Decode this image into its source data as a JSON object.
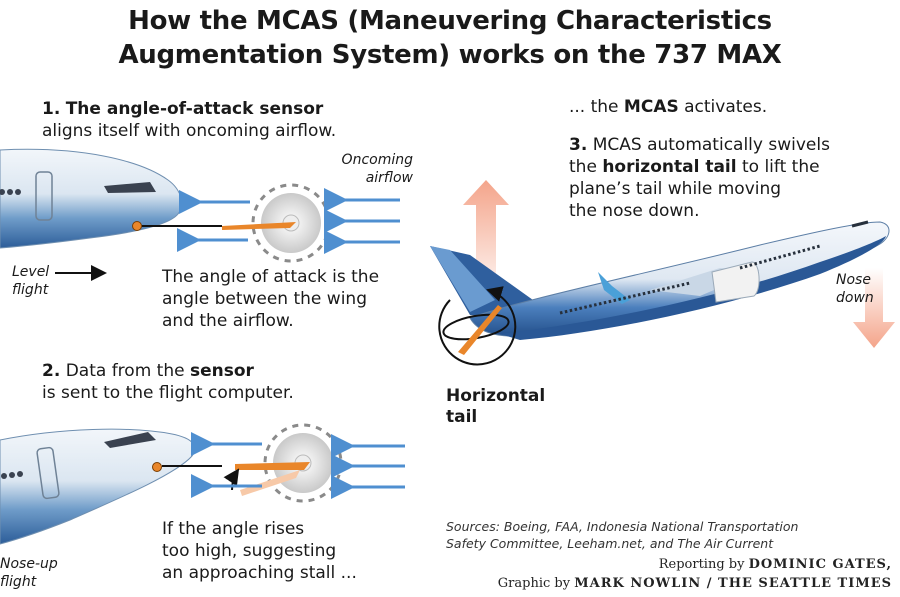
{
  "title_line1": "How the MCAS (Maneuvering Characteristics",
  "title_line2": "Augmentation System) works on the 737 MAX",
  "step1": {
    "number": "1.",
    "bold": "The angle-of-attack sensor",
    "line2": "aligns itself with oncoming airflow."
  },
  "oncoming_airflow": [
    "Oncoming",
    "airflow"
  ],
  "level_flight": [
    "Level",
    "flight"
  ],
  "angle_caption": [
    "The angle of attack is the",
    "angle between the wing",
    "and the airflow."
  ],
  "step2": {
    "number": "2.",
    "text": "Data from the",
    "bold": "sensor",
    "line2": "is sent to the flight computer."
  },
  "nose_up_flight": [
    "Nose-up",
    "flight"
  ],
  "stall_caption": [
    "If the angle rises",
    "too high, suggesting",
    "an approaching stall ..."
  ],
  "activates": {
    "prefix": "... the",
    "bold": "MCAS",
    "suffix": "activates."
  },
  "step3": {
    "number": "3.",
    "line1": "MCAS automatically swivels",
    "line2_pre": "the",
    "line2_bold": "horizontal tail",
    "line2_post": "to lift the",
    "line3": "plane’s tail while moving",
    "line4": "the nose down."
  },
  "nose_down": [
    "Nose",
    "down"
  ],
  "horizontal_tail": [
    "Horizontal",
    "tail"
  ],
  "sources": [
    "Sources: Boeing, FAA, Indonesia National Transportation",
    "Safety Committee, Leeham.net, and The Air Current"
  ],
  "credits": {
    "reporting_prefix": "Reporting by",
    "reporter": "DOMINIC GATES,",
    "graphic_prefix": "Graphic by",
    "graphic": "MARK NOWLIN / THE SEATTLE TIMES"
  },
  "colors": {
    "airflow_blue": "#4f8fd0",
    "sensor_orange": "#e9862a",
    "arrow_pink": "#f4a48a",
    "fuselage_blue": "#2f5f9e"
  }
}
